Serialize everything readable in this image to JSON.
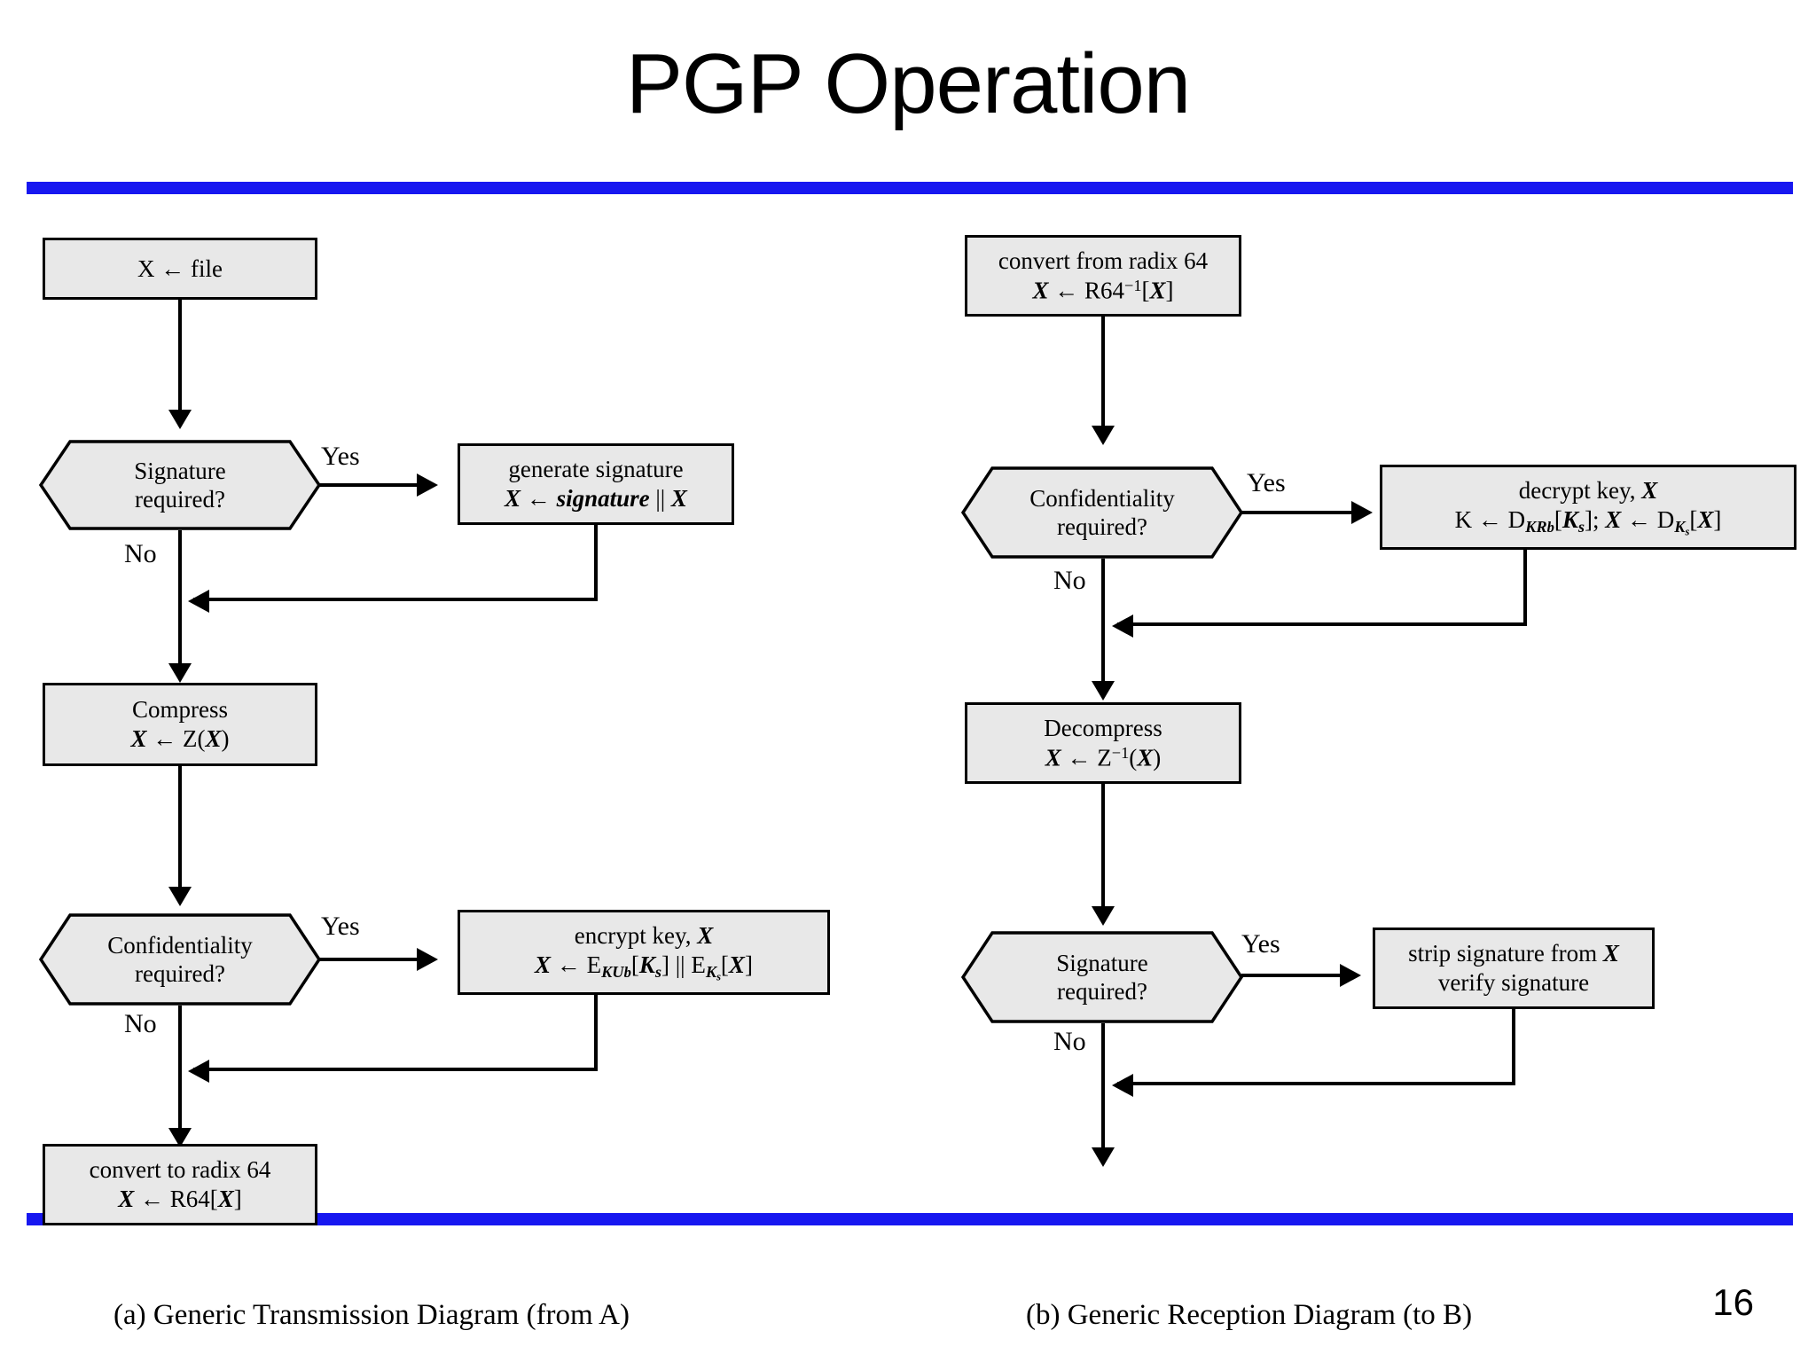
{
  "slide": {
    "title": "PGP Operation",
    "page_number": "16",
    "accent_color": "#1717f0",
    "node_fill": "#e8e8e8",
    "node_stroke": "#000000"
  },
  "transmission": {
    "caption": "(a) Generic Transmission Diagram (from A)",
    "nodes": {
      "file": {
        "line1": "X ← file"
      },
      "signature_decision": {
        "line1": "Signature",
        "line2": "required?"
      },
      "generate_signature": {
        "line1": "generate signature",
        "line2": "X ← signature || X"
      },
      "compress": {
        "line1": "Compress",
        "line2": "X ← Z(X)"
      },
      "confidentiality_decision": {
        "line1": "Confidentiality",
        "line2": "required?"
      },
      "encrypt_key": {
        "line1": "encrypt key, X",
        "line2": "X ← E_KUb[Ks] || E_Ks[X]"
      },
      "convert_radix64": {
        "line1": "convert to radix 64",
        "line2": "X ← R64[X]"
      }
    },
    "edges": {
      "signature_yes": "Yes",
      "signature_no": "No",
      "confidentiality_yes": "Yes",
      "confidentiality_no": "No"
    }
  },
  "reception": {
    "caption": "(b) Generic Reception Diagram (to B)",
    "nodes": {
      "convert_from_radix64": {
        "line1": "convert from radix 64",
        "line2": "X ← R64⁻¹[X]"
      },
      "confidentiality_decision": {
        "line1": "Confidentiality",
        "line2": "required?"
      },
      "decrypt_key": {
        "line1": "decrypt key, X",
        "line2": "K ← D_KRb[Ks]; X ← D_Ks[X]"
      },
      "decompress": {
        "line1": "Decompress",
        "line2": "X ← Z⁻¹(X)"
      },
      "signature_decision": {
        "line1": "Signature",
        "line2": "required?"
      },
      "strip_signature": {
        "line1": "strip signature from X",
        "line2": "verify signature"
      }
    },
    "edges": {
      "confidentiality_yes": "Yes",
      "confidentiality_no": "No",
      "signature_yes": "Yes",
      "signature_no": "No"
    }
  }
}
